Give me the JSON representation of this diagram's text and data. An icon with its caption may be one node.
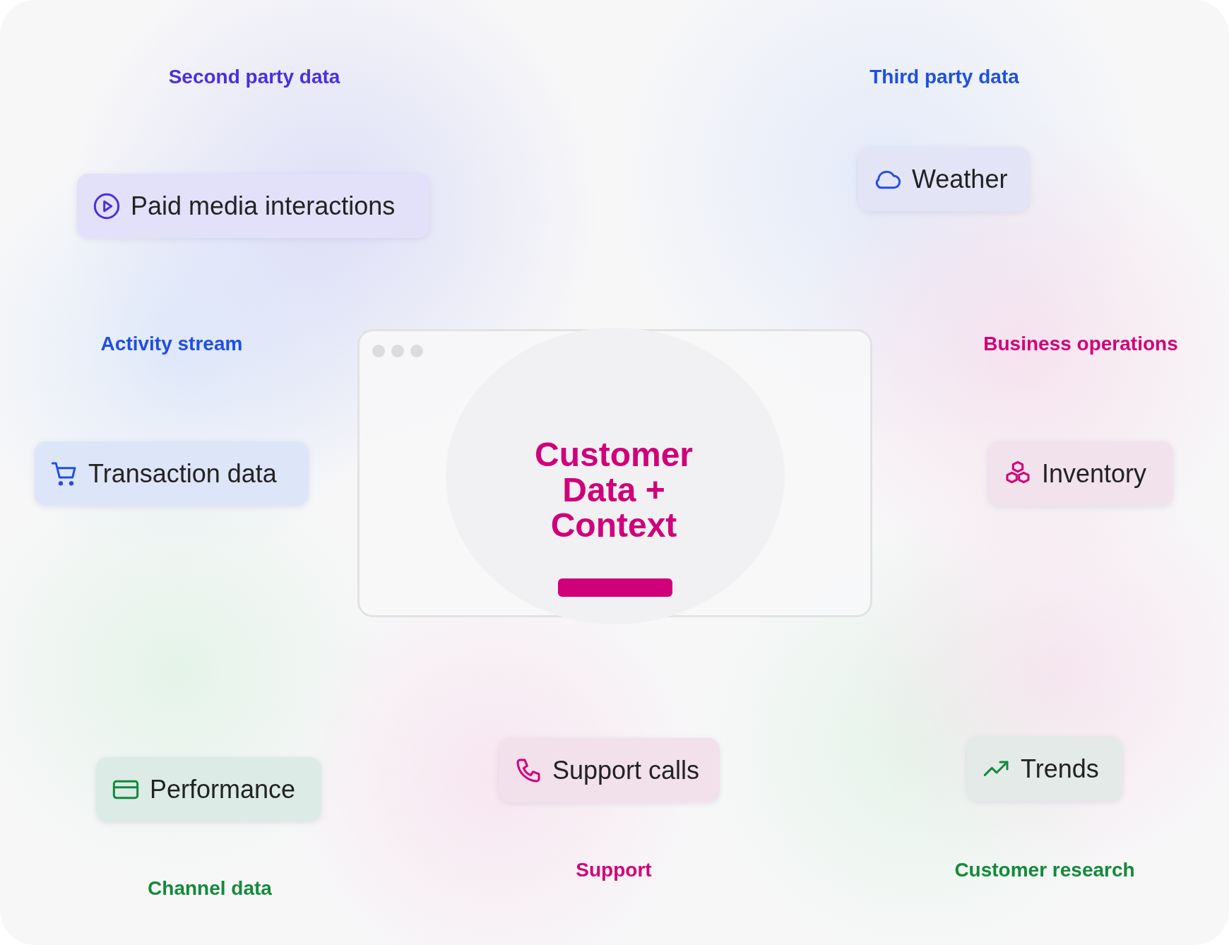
{
  "diagram": {
    "nodes": [
      {
        "text": [
          "Customer Data + Context"
        ]
      },
      {
        "text": [
          "Paid media interactions"
        ]
      },
      {
        "text": [
          "Weather"
        ]
      },
      {
        "text": [
          "Transaction data"
        ]
      },
      {
        "text": [
          "Inventory"
        ]
      },
      {
        "text": [
          "Support calls"
        ]
      },
      {
        "text": [
          "Trends"
        ]
      },
      {
        "text": [
          "Performance"
        ]
      }
    ],
    "labels": [
      "Second party data",
      "Third party data",
      "Activity stream",
      "Business operations",
      "Support",
      "Customer research",
      "Channel data"
    ]
  }
}
